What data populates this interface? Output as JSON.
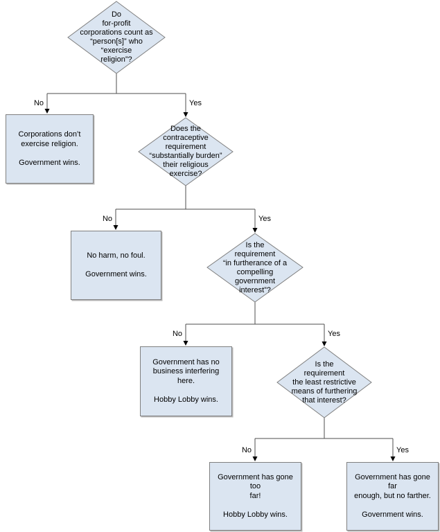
{
  "flowchart": {
    "colors": {
      "node_fill": "#dbe5f1",
      "node_border": "#7f7f7f",
      "connector": "#4d4d4d",
      "arrowhead": "#000000",
      "text": "#000000",
      "background": "#ffffff"
    },
    "edge_labels": {
      "no": "No",
      "yes": "Yes"
    },
    "decisions": [
      {
        "text": "Do\nfor-profit\ncorporations count as\n“person[s]” who\n“exercise\nreligion”?"
      },
      {
        "text": "Does the\ncontraceptive\nrequirement\n“substantially burden”\ntheir religious\nexercise?"
      },
      {
        "text": "Is the\nrequirement\n“in furtherance of a\ncompelling\ngovernment\ninterest”?"
      },
      {
        "text": "Is the\nrequirement\nthe least restrictive\nmeans of furthering\nthat interest?"
      }
    ],
    "outcomes": [
      {
        "text": "Corporations don’t\nexercise religion.\n\nGovernment wins."
      },
      {
        "text": "No harm, no foul.\n\nGovernment wins."
      },
      {
        "text": "Government has no\nbusiness interfering here.\n\nHobby Lobby wins."
      },
      {
        "text": "Government has gone too\nfar!\n\nHobby Lobby wins."
      },
      {
        "text": "Government has gone far\nenough, but no farther.\n\nGovernment wins."
      }
    ]
  }
}
